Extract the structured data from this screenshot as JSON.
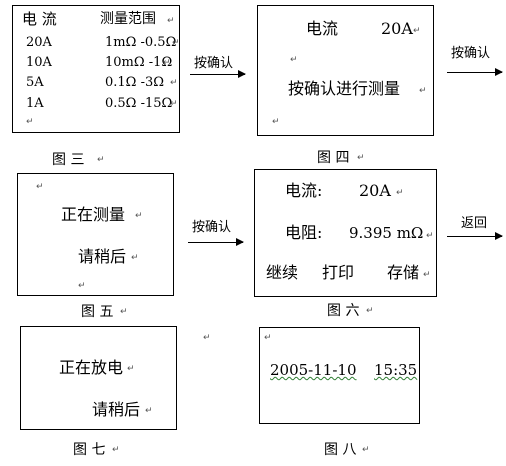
{
  "fig3": {
    "header_current": "电 流",
    "header_range": "测量范围",
    "rows": [
      {
        "current": "20A",
        "range": "1mΩ -0.5Ω"
      },
      {
        "current": "10A",
        "range": "10mΩ -1Ω"
      },
      {
        "current": "5A",
        "range": "0.1Ω -3Ω"
      },
      {
        "current": "1A",
        "range": "0.5Ω -15Ω"
      }
    ],
    "caption": "图 三"
  },
  "arrow1_label": "按确认",
  "fig4": {
    "current_label": "电流",
    "current_value": "20A",
    "instruction": "按确认进行测量",
    "caption": "图 四"
  },
  "arrow2_label": "按确认",
  "fig5": {
    "line1": "正在测量",
    "line2": "请稍后",
    "caption": "图 五"
  },
  "arrow3_label": "按确认",
  "fig6": {
    "current_label": "电流:",
    "current_value": "20A",
    "resistance_label": "电阻:",
    "resistance_value": "9.395 mΩ",
    "action_continue": "继续",
    "action_print": "打印",
    "action_save": "存储",
    "caption": "图 六"
  },
  "arrow4_label": "返回",
  "fig7": {
    "line1": "正在放电",
    "line2": "请稍后",
    "caption": "图 七"
  },
  "fig8": {
    "date": "2005-11-10",
    "time": "15:35",
    "caption": "图 八"
  }
}
